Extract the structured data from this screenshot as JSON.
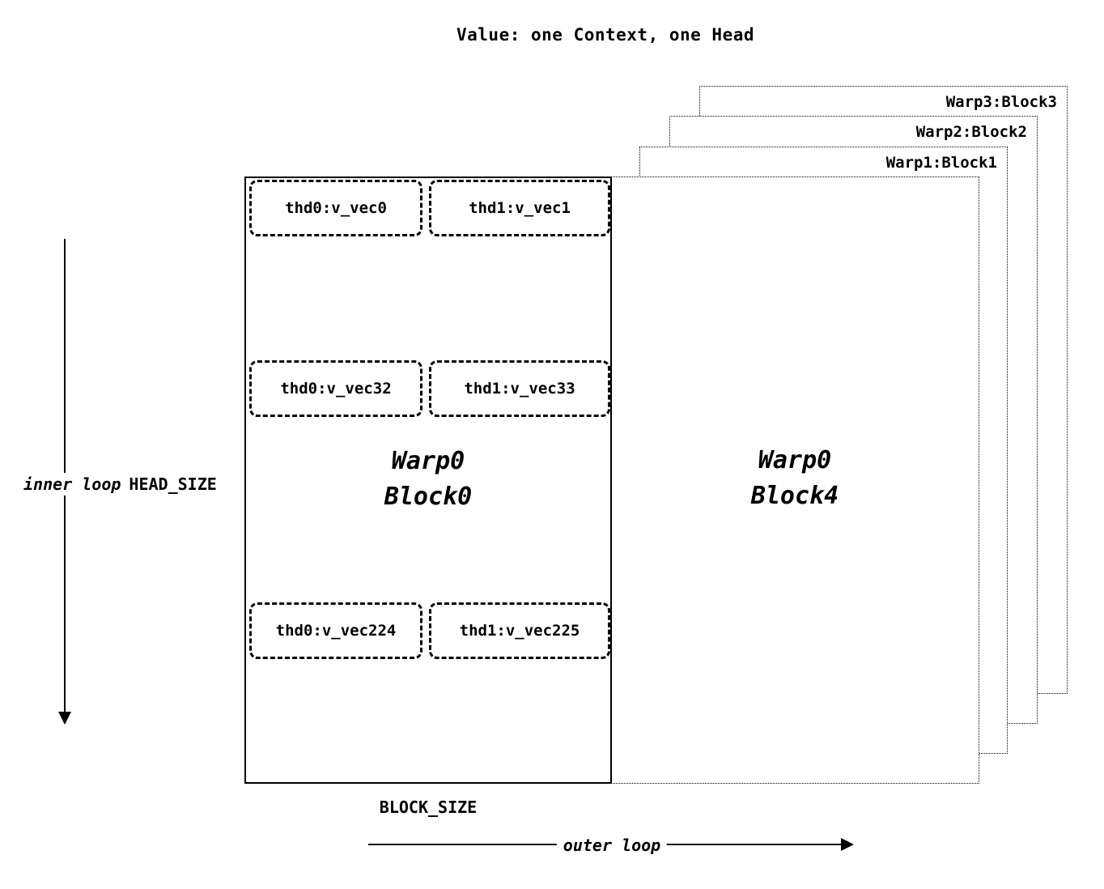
{
  "title": "Value: one Context, one Head",
  "back_sheets": [
    {
      "label": "Warp3:Block3"
    },
    {
      "label": "Warp2:Block2"
    },
    {
      "label": "Warp1:Block1"
    }
  ],
  "block4": {
    "line1": "Warp0",
    "line2": "Block4"
  },
  "block0": {
    "line1": "Warp0",
    "line2": "Block0",
    "rows": [
      {
        "left": "thd0:v_vec0",
        "right": "thd1:v_vec1"
      },
      {
        "left": "thd0:v_vec32",
        "right": "thd1:v_vec33"
      },
      {
        "left": "thd0:v_vec224",
        "right": "thd1:v_vec225"
      }
    ]
  },
  "annotations": {
    "inner_loop": "inner loop",
    "head_size": "HEAD_SIZE",
    "block_size": "BLOCK_SIZE",
    "outer_loop": "outer loop"
  },
  "colors": {
    "ink": "#000000",
    "background": "#ffffff"
  }
}
